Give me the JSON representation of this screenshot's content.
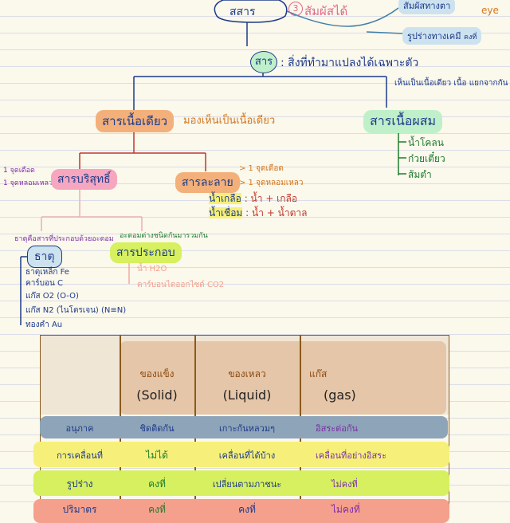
{
  "top": {
    "cloud_text": "สสาร",
    "circle_num": "3",
    "right_sub": "สัมผัสได้",
    "box1_text": "สัมผัสทางตา",
    "eye_text": "eye",
    "box2_text": "รูปร่างทางเคมี",
    "box2_note": "คงที่"
  },
  "definition": {
    "circle_label": "สาร",
    "text": ": สิ่งที่ทำมาแปลงได้เฉพาะตัว",
    "right_note": "เห็นเป็นเนื้อเดียว เนื้อ แยกจากกัน"
  },
  "pure": {
    "label": "สารเนื้อเดียว",
    "note": "มองเห็นเป็นเนื้อเดียว"
  },
  "mixture": {
    "label": "สารเนื้อผสม",
    "items": [
      "น้ำโคลน",
      "ก๋วยเตี๋ยว",
      "ส้มตำ"
    ]
  },
  "pure_substance": {
    "label": "สารบริสุทธิ์",
    "left_notes": [
      "1 จุดเดือด",
      "1 จุดหลอมเหลว"
    ]
  },
  "solution": {
    "label": "สารละลาย",
    "right_notes": [
      "> 1 จุดเดือด",
      "> 1 จุดหลอมเหลว"
    ],
    "examples": [
      {
        "name": "น้ำเกลือ",
        "formula": ": น้ำ + เกลือ"
      },
      {
        "name": "น้ำเชื่อม",
        "formula": ": น้ำ + น้ำตาล"
      }
    ]
  },
  "element": {
    "heading": "ธาตุคือสารที่ประกอบด้วยอะตอม",
    "label": "ธาตุ",
    "items": [
      "ธาตุเหล็ก Fe",
      "คาร์บอน C",
      "แก๊ส O2 (O-O)",
      "แก๊ส N2 (ไนโตรเจน) (N≡N)",
      "ทองคำ Au"
    ]
  },
  "compound": {
    "heading": "อะตอมต่างชนิดกันมารวมกัน",
    "label": "สารประกอบ",
    "items": [
      "น้ำ H2O",
      "คาร์บอนไดออกไซด์ CO2"
    ]
  },
  "table": {
    "headers": [
      "ของแข็ง",
      "ของเหลว",
      "แก๊ส"
    ],
    "headers_en": [
      "(Solid)",
      "(Liquid)",
      "(gas)"
    ],
    "rows": [
      {
        "label": "อนุภาค",
        "cells": [
          "ชิดติดกัน",
          "เกาะกันหลวมๆ",
          "อิสระต่อกัน"
        ]
      },
      {
        "label": "การเคลื่อนที่",
        "cells": [
          "ไม่ได้",
          "เคลื่อนที่ได้บ้าง",
          "เคลื่อนที่อย่างอิสระ"
        ]
      },
      {
        "label": "รูปร่าง",
        "cells": [
          "คงที่",
          "เปลี่ยนตามภาชนะ",
          "ไม่คงที่"
        ]
      },
      {
        "label": "ปริมาตร",
        "cells": [
          "คงที่",
          "คงที่",
          "ไม่คงที่"
        ]
      }
    ]
  },
  "colors": {
    "ink_blue": "#1d3a8a",
    "ink_orange": "#d4771e",
    "ink_red": "#c0392b",
    "ink_green": "#1e7a2e",
    "ink_purple": "#7b2fa8",
    "ink_pink": "#e06a8a",
    "hl_orange": "#f3b07a",
    "hl_green": "#bff0c9",
    "hl_pink": "#f6a6bf",
    "hl_yellow": "#f6f07a",
    "hl_lime": "#d6f05f",
    "hl_salmon": "#f5a08c",
    "hl_gray": "#8ea4b8",
    "header_tan": "#e6c6a8"
  }
}
